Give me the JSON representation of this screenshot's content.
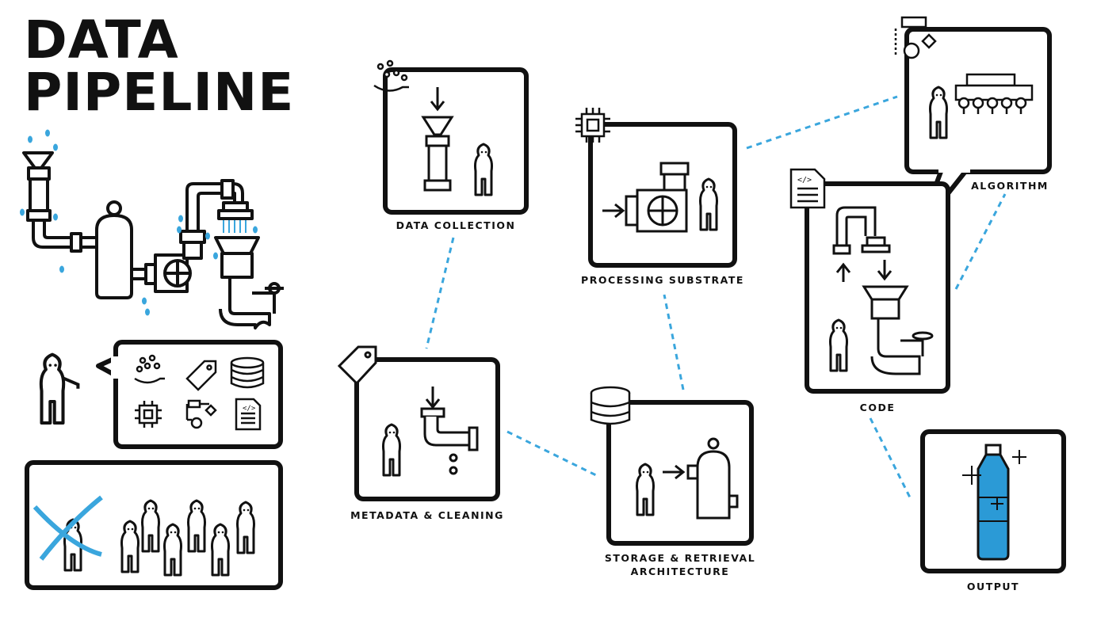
{
  "title": {
    "line1": "DATA",
    "line2": "PIPELINE"
  },
  "stages": {
    "data_collection": "DATA COLLECTION",
    "processing_substrate": "PROCESSING SUBSTRATE",
    "metadata_cleaning": "METADATA & CLEANING",
    "storage_retrieval": "STORAGE & RETRIEVAL\nARCHITECTURE",
    "algorithm": "ALGORITHM",
    "code": "CODE",
    "output": "OUTPUT"
  },
  "colors": {
    "ink": "#111111",
    "accent": "#3aa6dd",
    "bottle": "#2b9ad6"
  }
}
